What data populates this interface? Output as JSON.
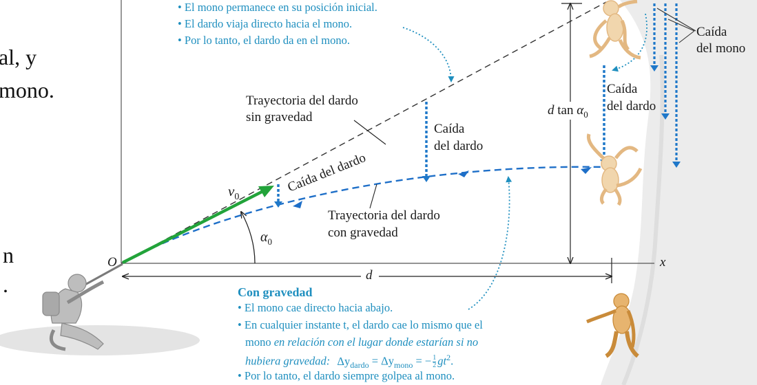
{
  "slide_fragments": {
    "line1": "al, y",
    "line2": "mono.",
    "line3": "n",
    "line4": "."
  },
  "without_gravity_bullets": [
    "• El mono permanece en su posición inicial.",
    "• El dardo viaja directo hacia el mono.",
    "• Por lo tanto, el dardo da en el mono."
  ],
  "labels": {
    "path_no_gravity_1": "Trayectoria del dardo",
    "path_no_gravity_2": "sin gravedad",
    "path_gravity_1": "Trayectoria del dardo",
    "path_gravity_2": "con gravedad",
    "dart_drop_mid_1": "Caída",
    "dart_drop_mid_2": "del dardo",
    "dart_drop_tilted": "Caída del dardo",
    "dart_drop_right_1": "Caída",
    "dart_drop_right_2": "del dardo",
    "monkey_fall_1": "Caída",
    "monkey_fall_2": "del mono",
    "v0": "v",
    "v0_sub": "0",
    "alpha0": "α",
    "alpha0_sub": "0",
    "origin": "O",
    "x_axis": "x",
    "distance": "d",
    "height_d": "d",
    "height_tan": " tan ",
    "height_alpha": "α",
    "height_alpha_sub": "0"
  },
  "with_gravity": {
    "heading": "Con gravedad",
    "bullet1": "• El mono cae directo hacia abajo.",
    "bullet2": "• En cualquier instante t, el dardo cae lo mismo que el",
    "bullet3_normal": "mono ",
    "bullet3_italic": "en relación con el lugar donde estarían si no",
    "bullet4_italic": "hubiera gravedad:",
    "bullet4_formula": "Δy",
    "bullet4_sub1": "dardo",
    "bullet4_eq1": " = Δy",
    "bullet4_sub2": "mono",
    "bullet4_eq2": " = −",
    "bullet4_frac_num": "1",
    "bullet4_frac_den": "2",
    "bullet4_tail": "gt",
    "bullet4_sup": "2",
    "bullet4_end": ".",
    "bullet5": "• Por lo tanto, el dardo siempre golpea al mono."
  },
  "colors": {
    "cyan_text": "#1f8fbf",
    "dart_blue": "#1e6fc8",
    "drop_blue": "#1f78c9",
    "v0_green": "#22a33a",
    "monkey": "#e7b46f",
    "tree": "#ececec"
  }
}
